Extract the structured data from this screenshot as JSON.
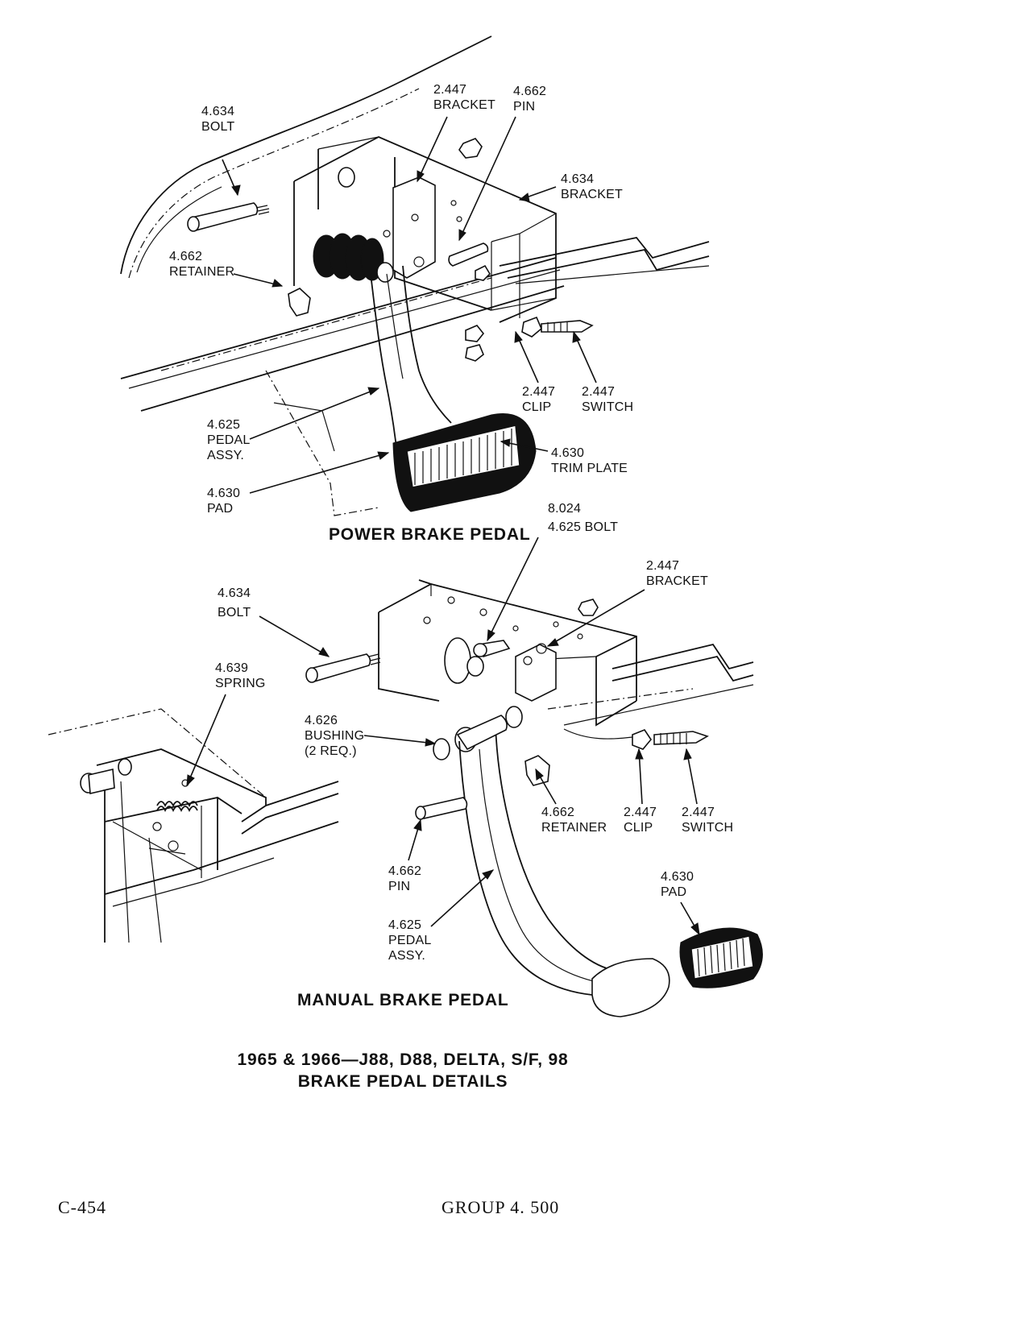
{
  "power": {
    "heading": "POWER BRAKE PEDAL",
    "callouts": {
      "bolt": {
        "number": "4.634",
        "name": "BOLT"
      },
      "bracket_left": {
        "number": "2.447",
        "name": "BRACKET"
      },
      "pin": {
        "number": "4.662",
        "name": "PIN"
      },
      "bracket_right": {
        "number": "4.634",
        "name": "BRACKET"
      },
      "retainer": {
        "number": "4.662",
        "name": "RETAINER"
      },
      "clip": {
        "number": "2.447",
        "name": "CLIP"
      },
      "switch": {
        "number": "2.447",
        "name": "SWITCH"
      },
      "pedal_assy": {
        "number": "4.625",
        "line2": "PEDAL",
        "line3": "ASSY."
      },
      "trim_plate": {
        "number": "4.630",
        "name": "TRIM PLATE"
      },
      "pad": {
        "number": "4.630",
        "name": "PAD"
      }
    }
  },
  "manual": {
    "heading": "MANUAL BRAKE PEDAL",
    "callouts": {
      "pedal_bolt": {
        "line1": "8.024",
        "line2": "4.625 BOLT"
      },
      "bracket": {
        "number": "2.447",
        "name": "BRACKET"
      },
      "bolt": {
        "number": "4.634",
        "name": "BOLT"
      },
      "spring": {
        "number": "4.639",
        "name": "SPRING"
      },
      "bushing": {
        "number": "4.626",
        "name": "BUSHING",
        "note": "(2 REQ.)"
      },
      "retainer": {
        "number": "4.662",
        "name": "RETAINER"
      },
      "clip": {
        "number": "2.447",
        "name": "CLIP"
      },
      "switch": {
        "number": "2.447",
        "name": "SWITCH"
      },
      "pin": {
        "number": "4.662",
        "name": "PIN"
      },
      "pad": {
        "number": "4.630",
        "name": "PAD"
      },
      "pedal_assy": {
        "number": "4.625",
        "line2": "PEDAL",
        "line3": "ASSY."
      }
    }
  },
  "caption": {
    "line1": "1965 & 1966—J88, D88, DELTA, S/F, 98",
    "line2": "BRAKE PEDAL DETAILS"
  },
  "footer": {
    "page_number": "C-454",
    "group": "GROUP 4. 500"
  }
}
